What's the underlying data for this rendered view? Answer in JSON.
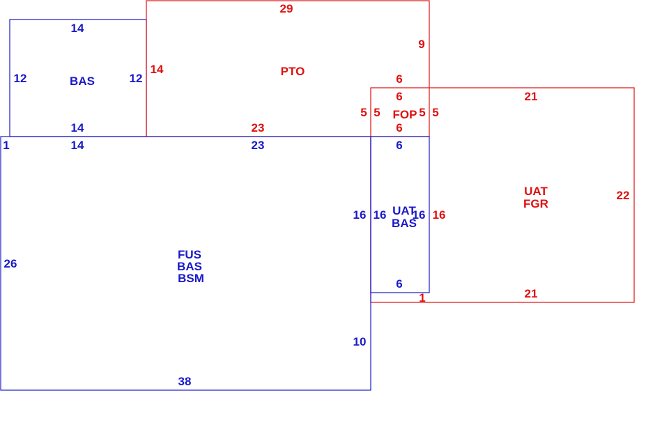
{
  "colors": {
    "blue": "#1a1ac8",
    "red": "#e01010"
  },
  "regions": {
    "bas_small": {
      "name": "BAS",
      "top": "14",
      "left": "12",
      "right": "12",
      "bottom": "14"
    },
    "pto": {
      "name": "PTO",
      "top": "29",
      "left": "14",
      "right": "9",
      "bottom": "23"
    },
    "fop": {
      "name": "FOP",
      "top_outer": "6",
      "top_inner": "6",
      "left_outer": "5",
      "left_inner": "5",
      "right_inner": "5",
      "right_outer": "5",
      "bottom": "6"
    },
    "uat_fgr": {
      "name_line1": "UAT",
      "name_line2": "FGR",
      "top": "21",
      "right": "22",
      "bottom": "21",
      "left": "16",
      "corner": "1"
    },
    "uat_bas": {
      "name_line1": "UAT",
      "name_line2": "BAS",
      "top": "6",
      "left_outer": "16",
      "left_inner": "16",
      "right": "16",
      "bottom": "6"
    },
    "fus_bas_bsm": {
      "name_line1": "FUS",
      "name_line2": "BAS",
      "name_line3": "BSM",
      "top_left": "14",
      "top_mid": "23",
      "corner": "1",
      "left": "26",
      "right_lower": "10",
      "bottom": "38"
    }
  }
}
